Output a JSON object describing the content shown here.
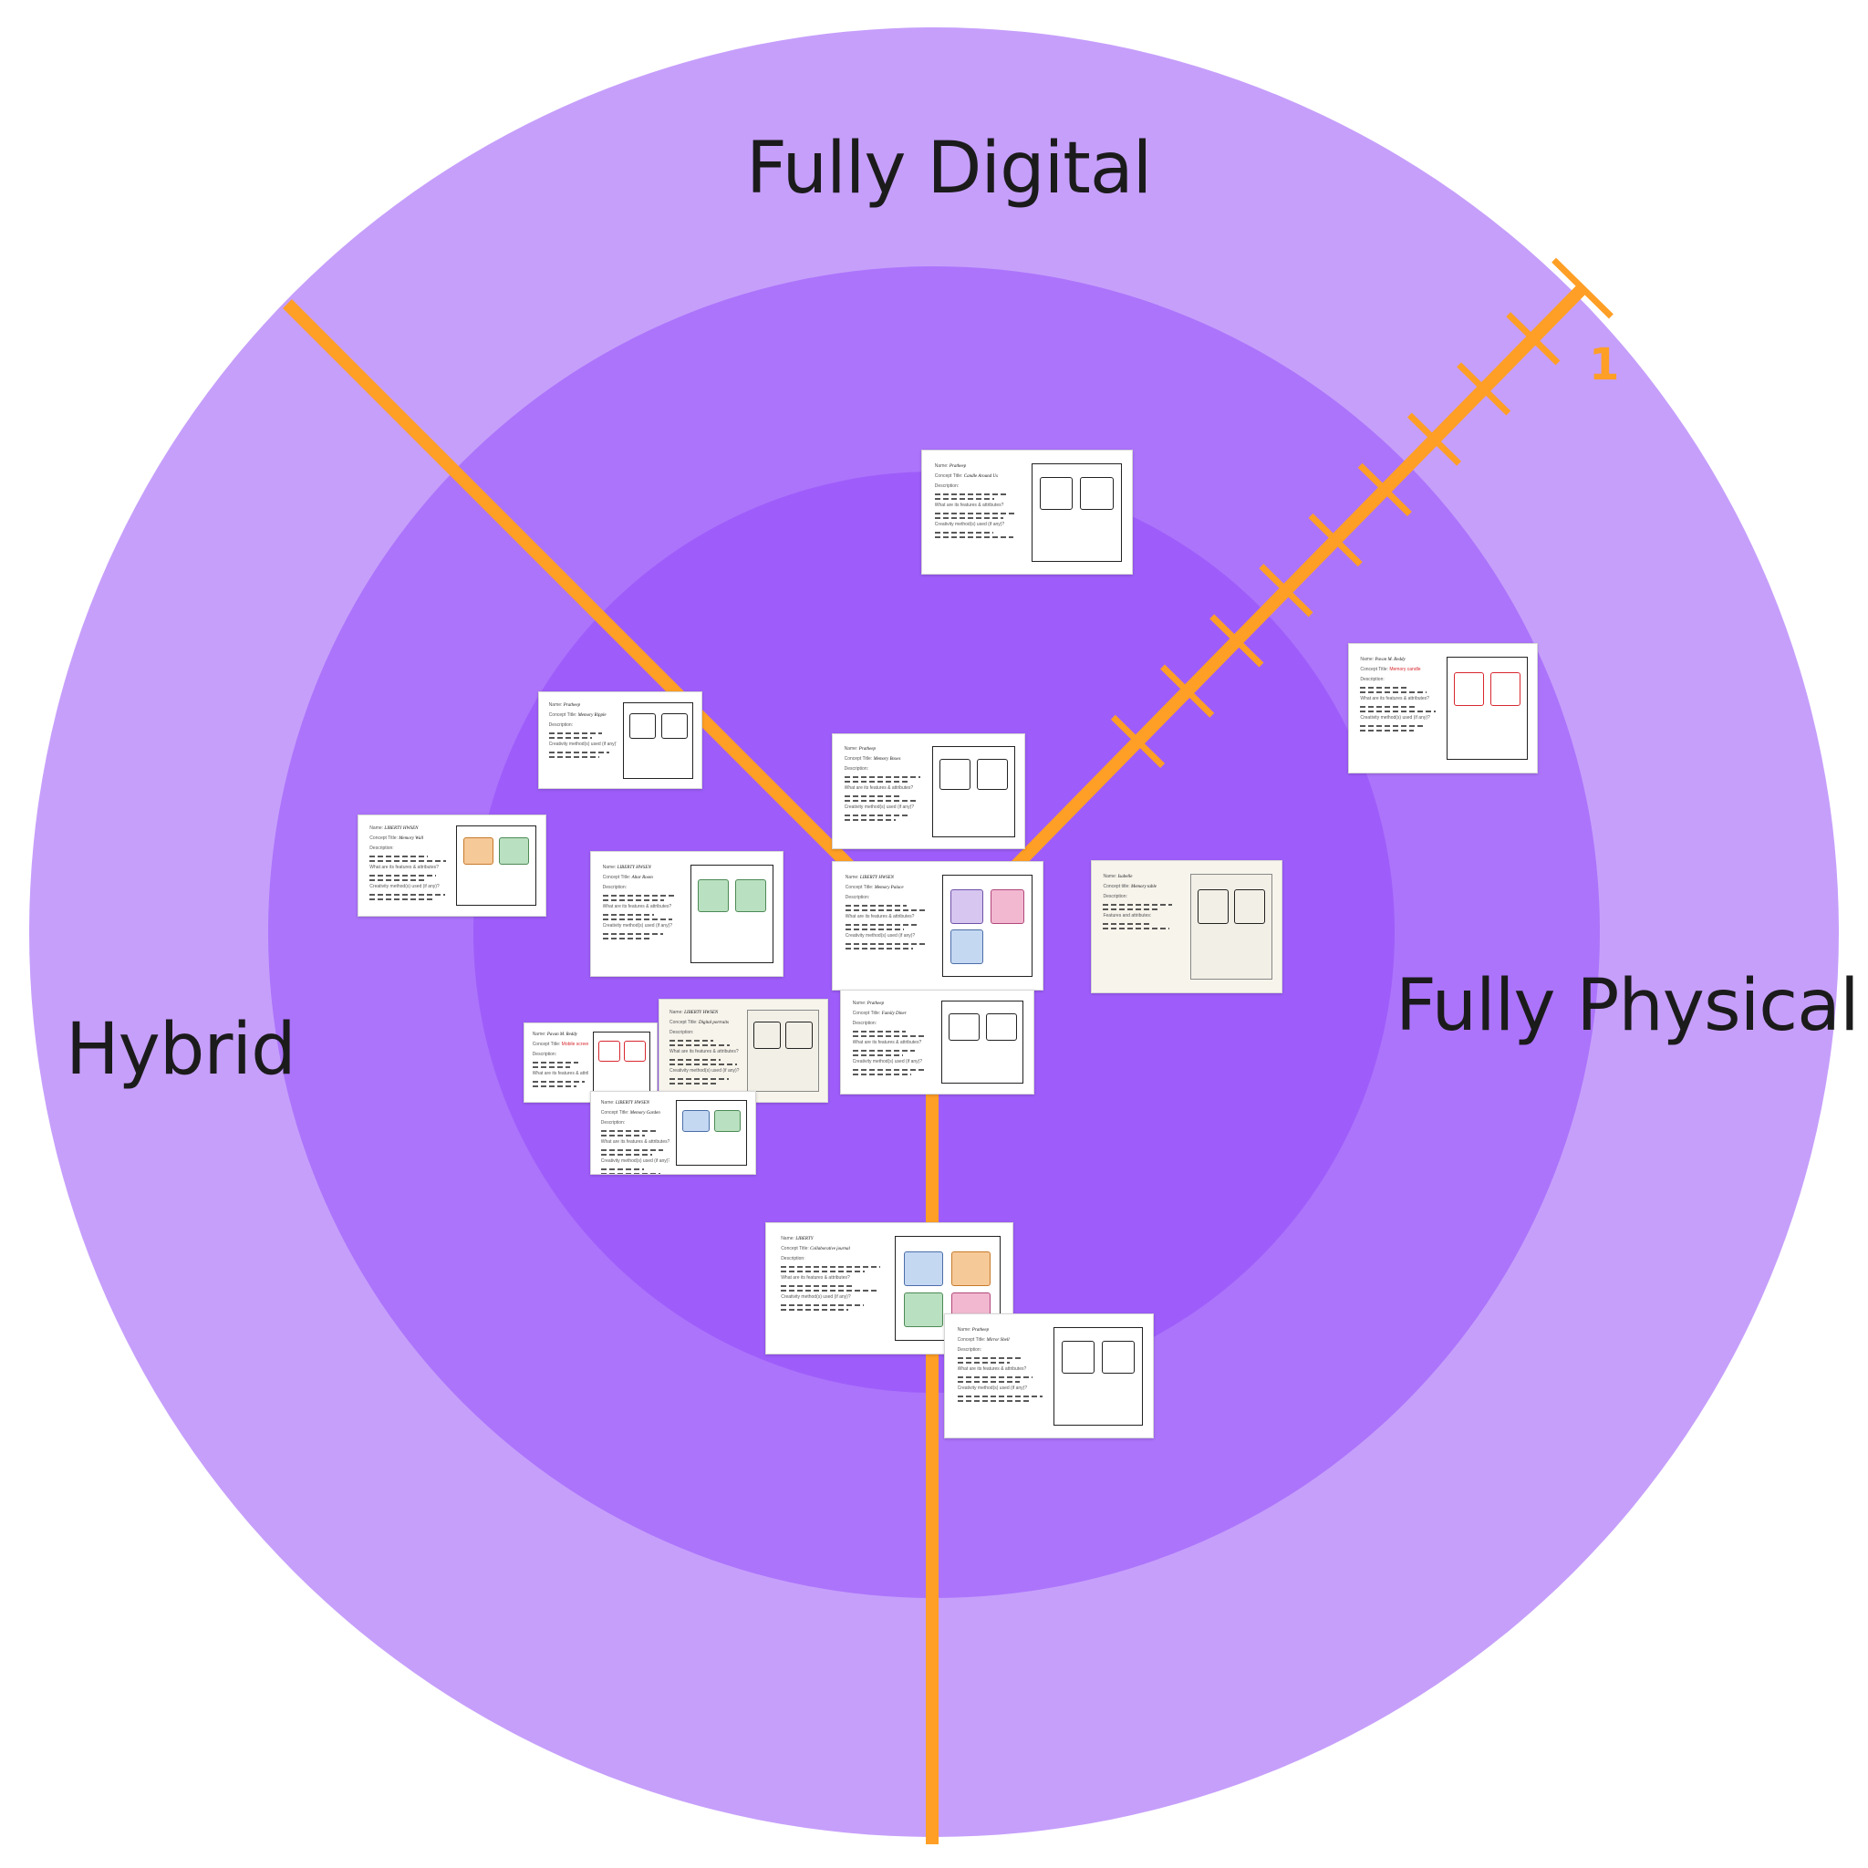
{
  "colors": {
    "ring_outer": "#c69ffb",
    "ring_middle": "#ac74fb",
    "ring_inner": "#9e5dfa",
    "axis": "#ff9f25"
  },
  "labels": {
    "fully_digital": "Fully Digital",
    "fully_physical": "Fully Physical",
    "hybrid": "Hybrid",
    "scale_tick": "1"
  },
  "cards": [
    {
      "id": "c1",
      "name": "Pratheep",
      "title": "Candle Around Us",
      "palette": "plain",
      "rows": [
        "Name:",
        "Concept Title:",
        "Description:",
        "What are its features & attributes?",
        "Creativity method(s) used (if any)?"
      ]
    },
    {
      "id": "c2",
      "name": "Pavan M. Reddy",
      "title": "Memory candle",
      "palette": "red",
      "rows": [
        "Name:",
        "Concept Title:",
        "Description:",
        "What are its features & attributes?",
        "Creativity method(s) used (if any)?"
      ]
    },
    {
      "id": "c3",
      "name": "Pratheep",
      "title": "Memory Ripple",
      "palette": "plain",
      "rows": [
        "Name:",
        "Concept Title:",
        "Description:",
        "Creativity method(s) used (if any)?"
      ]
    },
    {
      "id": "c4",
      "name": "Pratheep",
      "title": "Memory Boxes",
      "palette": "plain",
      "rows": [
        "Name:",
        "Concept Title:",
        "Description:",
        "What are its features & attributes?",
        "Creativity method(s) used (if any)?"
      ]
    },
    {
      "id": "c5",
      "name": "LIBERTY HWSEN",
      "title": "Memory Wall",
      "palette": "green-orange",
      "rows": [
        "Name:",
        "Concept Title:",
        "Description:",
        "What are its features & attributes?",
        "Creativity method(s) used (if any)?"
      ]
    },
    {
      "id": "c6",
      "name": "LIBERTY HWSEN",
      "title": "Altar Room",
      "palette": "green",
      "rows": [
        "Name:",
        "Concept Title:",
        "Description:",
        "What are its features & attributes?",
        "Creativity method(s) used (if any)?"
      ]
    },
    {
      "id": "c7",
      "name": "LIBERTY HWSEN",
      "title": "Memory Palace",
      "palette": "purple-pink",
      "rows": [
        "Name:",
        "Concept Title:",
        "Description:",
        "What are its features & attributes?",
        "Creativity method(s) used (if any)?"
      ]
    },
    {
      "id": "c8",
      "name": "Isabelle",
      "title": "Memory table",
      "palette": "paper",
      "rows": [
        "Name:",
        "Concept title:",
        "Description:",
        "Features and attributes:"
      ]
    },
    {
      "id": "c9",
      "name": "Pratheep",
      "title": "Family Diner",
      "palette": "plain",
      "rows": [
        "Name:",
        "Concept Title:",
        "Description:",
        "What are its features & attributes?",
        "Creativity method(s) used (if any)?"
      ]
    },
    {
      "id": "c10",
      "name": "Pavan M. Reddy",
      "title": "Mobile screen",
      "palette": "red",
      "rows": [
        "Name:",
        "Concept Title:",
        "Description:",
        "What are its features & attributes?"
      ]
    },
    {
      "id": "c11",
      "name": "LIBERTY HWSEN",
      "title": "Digital portraits",
      "palette": "paper",
      "rows": [
        "Name:",
        "Concept Title:",
        "Description:",
        "What are its features & attributes?",
        "Creativity method(s) used (if any)?"
      ]
    },
    {
      "id": "c12",
      "name": "LIBERTY HWSEN",
      "title": "Memory Garden",
      "palette": "blue-green",
      "rows": [
        "Name:",
        "Concept Title:",
        "Description:",
        "What are its features & attributes?",
        "Creativity method(s) used (if any)?"
      ]
    },
    {
      "id": "c13",
      "name": "LIBERTY",
      "title": "Collaborative journal",
      "palette": "multi",
      "rows": [
        "Name:",
        "Concept Title:",
        "Description:",
        "What are its features & attributes?",
        "Creativity method(s) used (if any)?"
      ]
    },
    {
      "id": "c14",
      "name": "Pratheep",
      "title": "Mirror Shell",
      "palette": "plain",
      "rows": [
        "Name:",
        "Concept Title:",
        "Description:",
        "What are its features & attributes?",
        "Creativity method(s) used (if any)?"
      ]
    }
  ]
}
